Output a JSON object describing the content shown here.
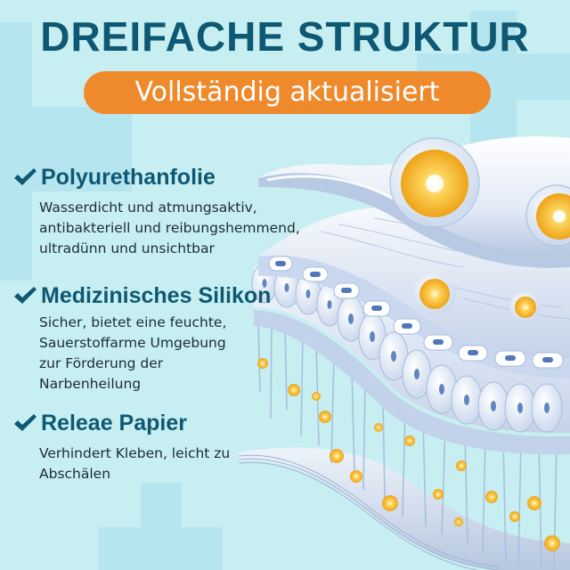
{
  "header": {
    "title": "DREIFACHE STRUKTUR",
    "badge": "Vollständig aktualisiert"
  },
  "features": [
    {
      "icon": "checkmark-icon",
      "title": "Polyurethanfolie",
      "lines": [
        "Wasserdicht und atmungsaktiv,",
        "antibakteriell und reibungshemmend,",
        "ultradünn und unsichtbar"
      ]
    },
    {
      "icon": "checkmark-icon",
      "title": "Medizinisches Silikon",
      "lines": [
        "Sicher, bietet eine feuchte,",
        "Sauerstoffarme Umgebung",
        "zur Förderung der",
        "Narbenheilung"
      ]
    },
    {
      "icon": "checkmark-icon",
      "title": "Releae Papier",
      "lines": [
        "Verhindert Kleben, leicht zu",
        "Abschälen"
      ]
    }
  ],
  "colors": {
    "background": "#c7eff1",
    "background_shape": "#b5e5ef",
    "title_text": "#0f5873",
    "badge_bg": "#ef8a2c",
    "badge_text": "#ffffff",
    "body_text": "#1d2b33",
    "accent_gold": "#f5b323"
  },
  "illustration": {
    "description": "three-layer-skin-structure",
    "layers": [
      "polyurethane-film",
      "medical-silicone",
      "release-paper"
    ]
  }
}
